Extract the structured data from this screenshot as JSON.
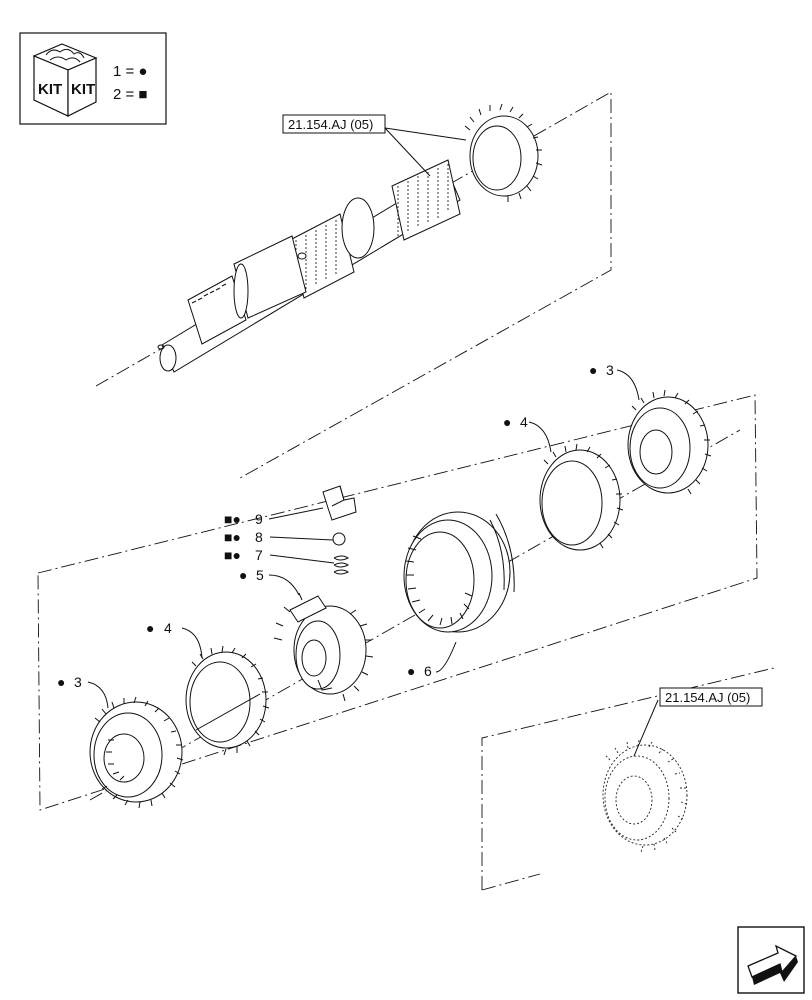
{
  "legend": {
    "kit_text_1": "KIT",
    "kit_text_2": "KIT",
    "line1": "1 = ●",
    "line2": "2 = ■"
  },
  "references": [
    {
      "label": "21.154.AJ (05)"
    },
    {
      "label": "21.154.AJ (05)"
    }
  ],
  "callouts": [
    {
      "number": "9",
      "markers": "■●"
    },
    {
      "number": "8",
      "markers": "■●"
    },
    {
      "number": "7",
      "markers": "■●"
    },
    {
      "number": "5",
      "markers": "●"
    },
    {
      "number": "6",
      "markers": "●"
    },
    {
      "number": "4",
      "markers": "●"
    },
    {
      "number": "3",
      "markers": "●"
    },
    {
      "number": "4",
      "markers": "●"
    },
    {
      "number": "3",
      "markers": "●"
    }
  ],
  "nav_icon": "next-page-arrow-icon"
}
